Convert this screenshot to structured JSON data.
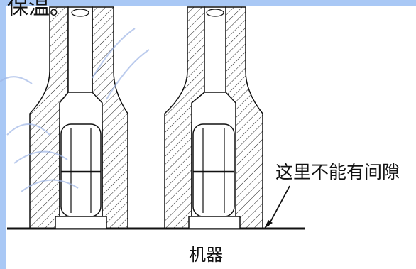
{
  "text": {
    "top_partial": "保温。",
    "right_label": "这里不能有间隙",
    "bottom_label": "机器"
  },
  "colors": {
    "line": "#111111",
    "hatch": "#222222",
    "accent_bar": "#a9c8f5",
    "watermark": "#9fb6e6"
  },
  "diagram": {
    "assemblies": [
      {
        "name": "left-assembly"
      },
      {
        "name": "right-assembly"
      }
    ]
  }
}
